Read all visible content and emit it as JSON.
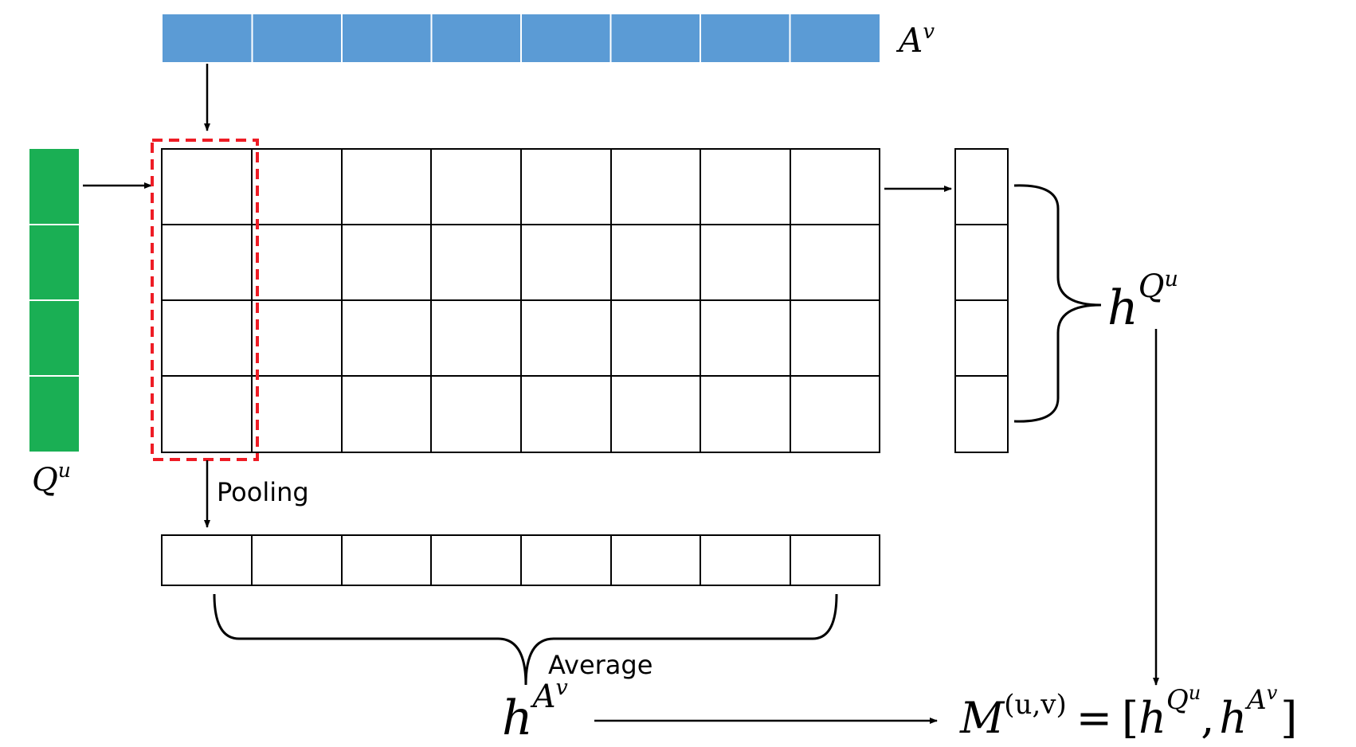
{
  "labels": {
    "av": {
      "base": "A",
      "sup": "v"
    },
    "qu": {
      "base": "Q",
      "sup": "u"
    },
    "pooling": "Pooling",
    "average": "Average",
    "hqu": {
      "base": "h",
      "sup": "Q",
      "supsup": "u"
    },
    "hav": {
      "base": "h",
      "sup": "A",
      "supsup": "v"
    },
    "result": {
      "lhs": "M",
      "lhs_sup": "(u,v)",
      "eq": "=",
      "open": "[",
      "t1_base": "h",
      "t1_sup": "Q",
      "t1_supsup": "u",
      "comma": ",",
      "t2_base": "h",
      "t2_sup": "A",
      "t2_supsup": "v",
      "close": "]"
    }
  },
  "colors": {
    "answer_vector": "#5B9BD5",
    "question_vector": "#1AAF54",
    "window_highlight": "#EE1C25",
    "lines": "#000000"
  }
}
